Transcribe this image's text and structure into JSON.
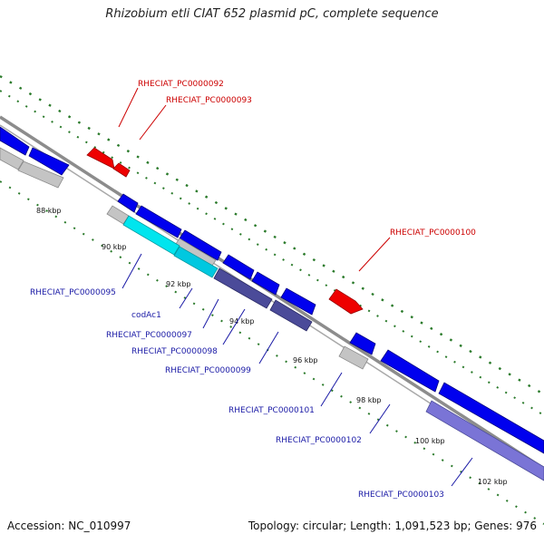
{
  "title": "Rhizobium etli CIAT 652 plasmid pC, complete sequence",
  "footer": {
    "accession": "Accession: NC_010997",
    "summary": "Topology: circular; Length: 1,091,523 bp; Genes: 976"
  },
  "colors": {
    "backbone": "#8c8c8c",
    "forward_gene": "#0000ee",
    "reverse_gene_red": "#ee0000",
    "pseudo_gene_gray": "#c4c4c4",
    "cyan_gene": "#00e5ee",
    "purple_gene": "#4b4b99",
    "light_purple_gene": "#7a74d6",
    "dot_track": "#2a7a2a",
    "label_blue": "#1a1aa6",
    "label_red": "#cc0000"
  },
  "tick_labels": [
    "88 kbp",
    "90 kbp",
    "92 kbp",
    "94 kbp",
    "96 kbp",
    "98 kbp",
    "100 kbp",
    "102 kbp"
  ],
  "gene_labels": {
    "red": [
      "RHECIAT_PC0000092",
      "RHECIAT_PC0000093",
      "RHECIAT_PC0000100"
    ],
    "blue": [
      "RHECIAT_PC0000095",
      "codAc1",
      "RHECIAT_PC0000097",
      "RHECIAT_PC0000098",
      "RHECIAT_PC0000099",
      "RHECIAT_PC0000101",
      "RHECIAT_PC0000102",
      "RHECIAT_PC0000103"
    ]
  }
}
